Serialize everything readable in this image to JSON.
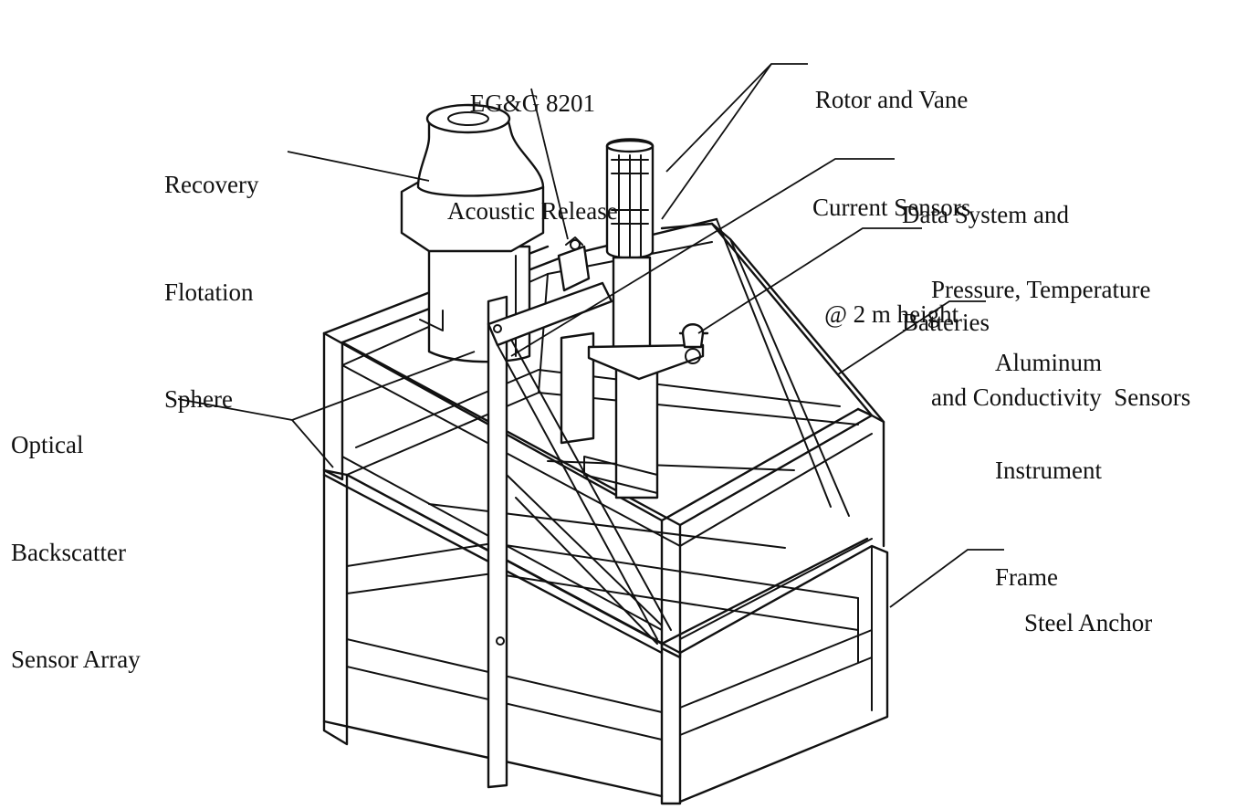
{
  "labels": {
    "release": [
      "EG&G 8201",
      "Acoustic Release"
    ],
    "current": [
      "Rotor and Vane",
      "Current Sensors",
      "@ 2 m height"
    ],
    "recovery": [
      "Recovery",
      "Flotation",
      "Sphere"
    ],
    "data_system": [
      "Data System and",
      "Batteries"
    ],
    "pressure": [
      "Pressure, Temperature",
      "and Conductivity  Sensors"
    ],
    "frame": [
      "Aluminum",
      "Instrument",
      "Frame"
    ],
    "optical": [
      "Optical",
      "Backscatter",
      "Sensor Array"
    ],
    "anchor": [
      "Steel Anchor"
    ]
  },
  "colors": {
    "ink": "#111111",
    "background": "#ffffff"
  }
}
